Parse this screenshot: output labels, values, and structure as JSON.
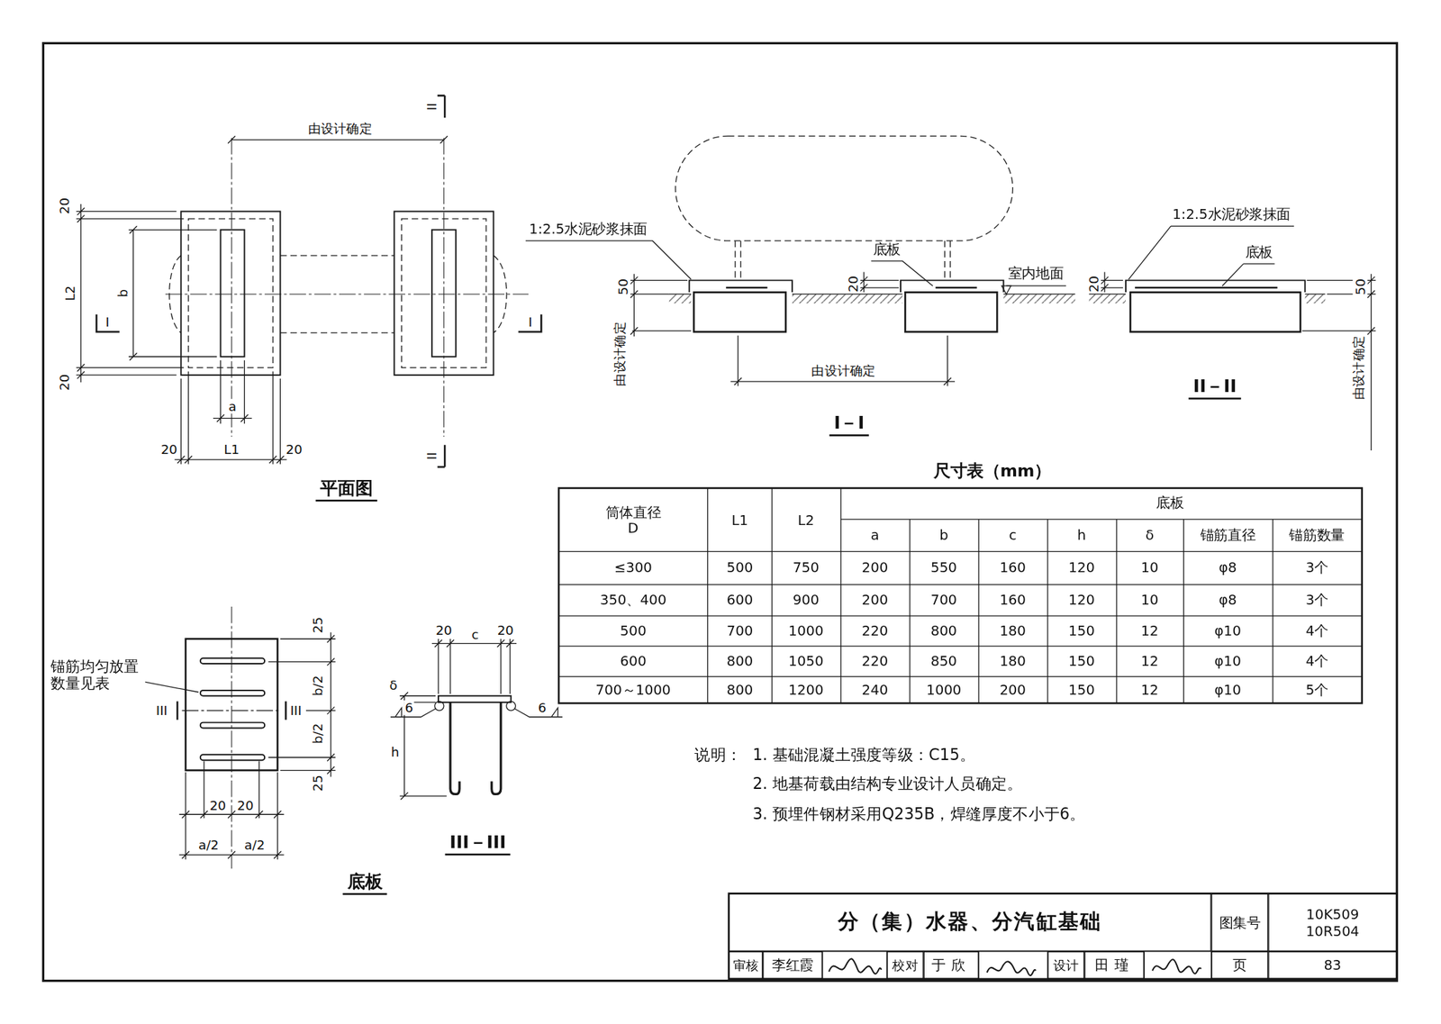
{
  "diagram": {
    "nodes": [
      {
        "text": [
          "分（集）水器、分汽缸基础"
        ]
      },
      {
        "text": [
          "图集号"
        ]
      },
      {
        "text": [
          "10K509 10R504"
        ]
      },
      {
        "text": [
          "审核"
        ]
      },
      {
        "text": [
          "李红霞"
        ]
      },
      {
        "text": [
          "校对"
        ]
      },
      {
        "text": [
          "于欣"
        ]
      },
      {
        "text": [
          "设计"
        ]
      },
      {
        "text": [
          "田瑾"
        ]
      },
      {
        "text": [
          "页"
        ]
      },
      {
        "text": [
          "83"
        ]
      }
    ],
    "labels": [
      "由设计确定",
      "II",
      "II",
      "20",
      "L2",
      "b",
      "20",
      "I",
      "I",
      "a",
      "20",
      "L1",
      "20",
      "平面图",
      "1:2.5水泥砂浆抹面",
      "底板",
      "50",
      "20",
      "室内地面",
      "由设计确定",
      "由设计确定",
      "I－I",
      "1:2.5水泥砂浆抹面",
      "底板",
      "20",
      "50",
      "II－II",
      "由设计确定",
      "尺寸表（mm）",
      "筒体直径 D",
      "L1",
      "L2",
      "底板",
      "a",
      "b",
      "c",
      "h",
      "δ",
      "锚筋直径",
      "锚筋数量",
      "≤300",
      "500",
      "750",
      "200",
      "550",
      "160",
      "120",
      "10",
      "φ8",
      "3个",
      "350、400",
      "600",
      "900",
      "200",
      "700",
      "160",
      "120",
      "10",
      "φ8",
      "3个",
      "500",
      "700",
      "1000",
      "220",
      "800",
      "180",
      "150",
      "12",
      "φ10",
      "4个",
      "600",
      "800",
      "1050",
      "220",
      "850",
      "180",
      "150",
      "12",
      "φ10",
      "4个",
      "700～1000",
      "800",
      "1200",
      "240",
      "1000",
      "200",
      "150",
      "12",
      "φ10",
      "5个",
      "说明：",
      "1. 基础混凝土强度等级：C15。",
      "2. 地基荷载由结构专业设计人员确定。",
      "3. 预埋件钢材采用Q235B，焊缝厚度不小于6。",
      "锚筋均匀放置 数量见表",
      "III",
      "III",
      "25",
      "b/2",
      "b/2",
      "25",
      "20",
      "20",
      "a/2",
      "a/2",
      "底板",
      "20",
      "c",
      "20",
      "δ",
      "6",
      "6",
      "h",
      "III－III"
    ]
  }
}
